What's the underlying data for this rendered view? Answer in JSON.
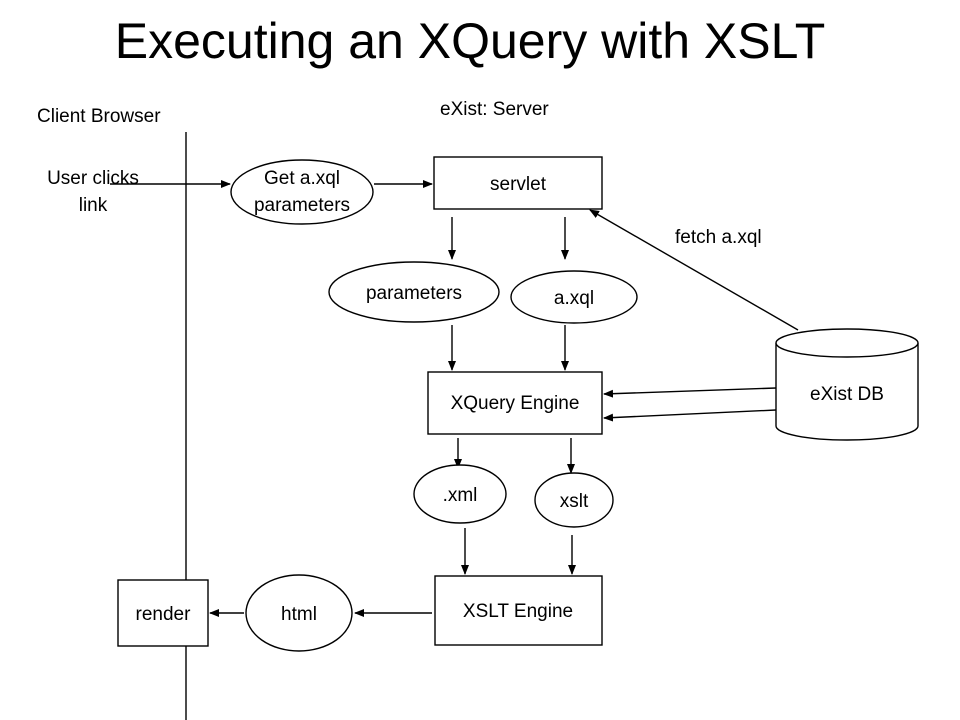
{
  "title": "Executing an XQuery with XSLT",
  "labels": {
    "client": "Client Browser",
    "server": "eXist: Server",
    "user_clicks_line1": "User clicks",
    "user_clicks_line2": "link",
    "fetch": "fetch a.xql"
  },
  "nodes": {
    "get_params_line1": "Get a.xql",
    "get_params_line2": "parameters",
    "servlet": "servlet",
    "parameters": "parameters",
    "axql": "a.xql",
    "xquery_engine": "XQuery Engine",
    "exist_db": "eXist DB",
    "xml": ".xml",
    "xslt": "xslt",
    "xslt_engine": "XSLT Engine",
    "html": "html",
    "render": "render"
  }
}
